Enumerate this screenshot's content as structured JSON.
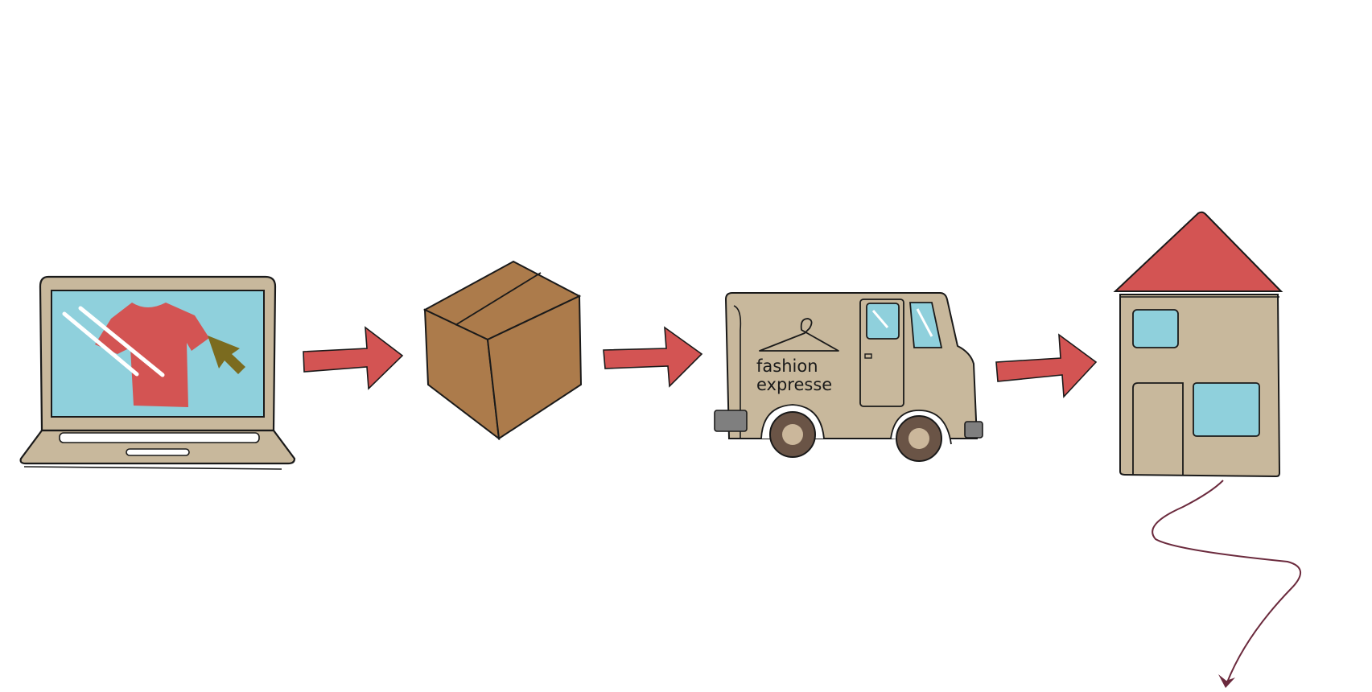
{
  "diagram": {
    "steps": [
      {
        "id": "order-online",
        "icon": "laptop-icon"
      },
      {
        "id": "package",
        "icon": "box-icon"
      },
      {
        "id": "shipping",
        "icon": "van-icon"
      },
      {
        "id": "home",
        "icon": "house-icon"
      }
    ],
    "van": {
      "brand_line1": "fashion",
      "brand_line2": "expresse"
    }
  },
  "colors": {
    "arrow_red": "#d35453",
    "laptop_body": "#c8b89c",
    "screen_blue": "#8fd0dc",
    "shirt_red": "#d35453",
    "cursor_olive": "#7b6b1f",
    "box_brown": "#ac7b4b",
    "van_body": "#c8b89c",
    "wheel_dark": "#6a5446",
    "wheel_hub": "#cbb79b",
    "bumper_gray": "#7f7f7f",
    "house_body": "#c8b89c",
    "roof_red": "#d35453",
    "path_maroon": "#6b2a3d",
    "outline": "#1a1a1a"
  }
}
